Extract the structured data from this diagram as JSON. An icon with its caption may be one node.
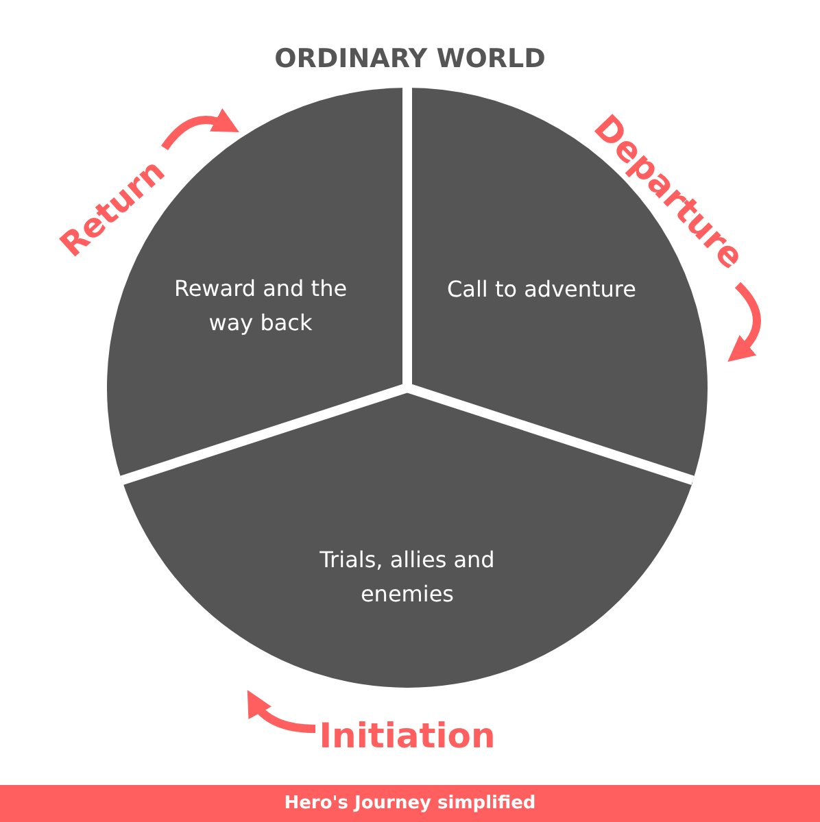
{
  "diagram": {
    "title": "ORDINARY WORLD",
    "nodes": [
      {
        "text": [
          "Call to adventure"
        ]
      },
      {
        "text": [
          "Trials, allies and enemies"
        ]
      },
      {
        "text": [
          "Reward and the way back"
        ]
      }
    ],
    "labels": [
      "Departure",
      "Initiation",
      "Return",
      "Hero's Journey simplified"
    ]
  }
}
